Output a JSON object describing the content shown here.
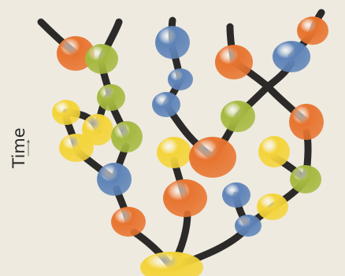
{
  "axis": {
    "label": "Time"
  },
  "colors": {
    "background": "#eeeae0",
    "stem": "#2b2a28",
    "orange": "#e8742f",
    "yellow": "#f4d43a",
    "green": "#a6b93f",
    "blue": "#5f84b8"
  },
  "nodes": [
    {
      "id": "root",
      "color": "yellow"
    },
    {
      "id": "l1",
      "color": "orange"
    },
    {
      "id": "l2",
      "color": "blue"
    },
    {
      "id": "l3",
      "color": "yellow"
    },
    {
      "id": "l4",
      "color": "yellow"
    },
    {
      "id": "l5",
      "color": "green"
    },
    {
      "id": "l6",
      "color": "green"
    },
    {
      "id": "l7",
      "color": "yellow"
    },
    {
      "id": "l8",
      "color": "orange"
    },
    {
      "id": "m1",
      "color": "orange"
    },
    {
      "id": "m2",
      "color": "yellow"
    },
    {
      "id": "m3",
      "color": "orange"
    },
    {
      "id": "m4",
      "color": "green"
    },
    {
      "id": "m5",
      "color": "blue"
    },
    {
      "id": "m6",
      "color": "blue"
    },
    {
      "id": "m7",
      "color": "blue"
    },
    {
      "id": "r1",
      "color": "blue"
    },
    {
      "id": "r2",
      "color": "blue"
    },
    {
      "id": "r3",
      "color": "yellow"
    },
    {
      "id": "r4",
      "color": "green"
    },
    {
      "id": "r5",
      "color": "yellow"
    },
    {
      "id": "r6",
      "color": "orange"
    },
    {
      "id": "r7",
      "color": "green"
    },
    {
      "id": "r8",
      "color": "orange"
    },
    {
      "id": "r9",
      "color": "blue"
    },
    {
      "id": "r10",
      "color": "orange"
    }
  ]
}
